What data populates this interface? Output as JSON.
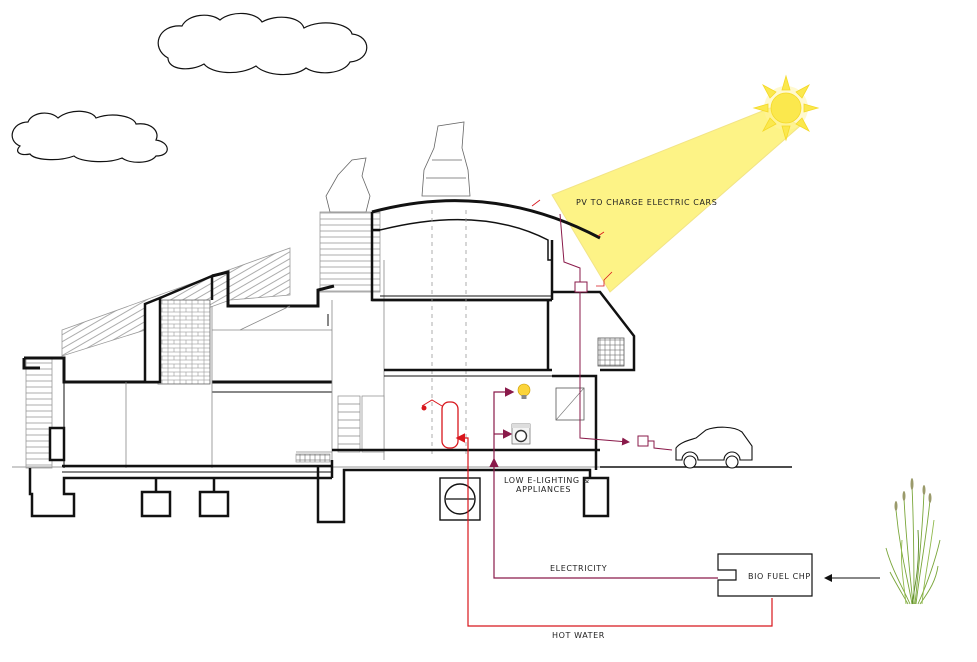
{
  "labels": {
    "pv": "PV TO CHARGE ELECTRIC CARS",
    "lighting_line1": "LOW E-LIGHTING &",
    "lighting_line2": "APPLIANCES",
    "electricity": "ELECTRICITY",
    "biofuel": "BIO FUEL CHP",
    "hot_water": "HOT WATER"
  },
  "colors": {
    "electricity_line": "#8a1a4a",
    "hot_water_line": "#d8161c",
    "sun": "#fbe84d",
    "sun_beam": "#fdf27a",
    "structure": "#111111",
    "hatch": "#777777"
  },
  "icons": [
    "sun-icon",
    "cloud-icon",
    "lightbulb-icon",
    "washing-machine-icon",
    "electric-car-icon",
    "grass-icon",
    "fan-icon"
  ]
}
